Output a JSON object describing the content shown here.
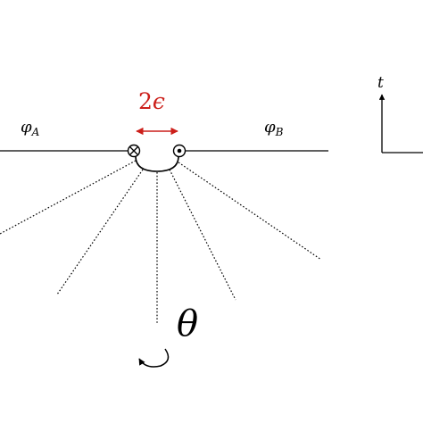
{
  "labels": {
    "phi_a": "φ",
    "phi_a_sub": "A",
    "phi_b": "φ",
    "phi_b_sub": "B",
    "gap_coef": "2",
    "gap_sym": "ϵ",
    "theta": "θ",
    "time_axis": "t"
  },
  "colors": {
    "ink": "#000000",
    "accent": "#cc1f1a",
    "background": "#ffffff"
  },
  "icons": {
    "left_defect": "circle-cross-icon",
    "right_defect": "circle-dot-icon",
    "rotation": "counterclockwise-arrow-icon"
  }
}
